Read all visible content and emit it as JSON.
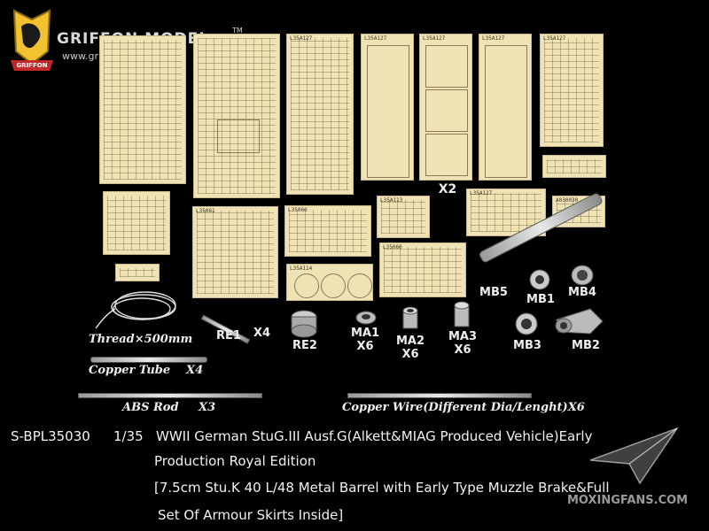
{
  "brand": {
    "name": "GRIFFON MODEL",
    "tm": "TM",
    "url": "www.griffon-model.com",
    "badge": "GRIFFON"
  },
  "sheets": {
    "code_a": "L35A127",
    "code_b": "L35A127",
    "code_c": "L35A127",
    "code_d": "L35A127",
    "code_e": "L35A127",
    "code_f": "L35061",
    "code_g": "L35060",
    "code_h": "L35A113",
    "code_i": "L35A114",
    "code_j": "L35060",
    "code_k": "A030030",
    "code_l": "L35A127",
    "x2_label": "X2"
  },
  "parts": {
    "thread": "Thread×500mm",
    "re1": "RE1",
    "re1_qty": "X4",
    "re2": "RE2",
    "ma1": "MA1",
    "ma1_qty": "X6",
    "ma2": "MA2",
    "ma2_qty": "X6",
    "ma3": "MA3",
    "ma3_qty": "X6",
    "mb1": "MB1",
    "mb2": "MB2",
    "mb3": "MB3",
    "mb4": "MB4",
    "mb5": "MB5",
    "copper_tube": "Copper Tube",
    "copper_tube_qty": "X4",
    "abs_rod": "ABS Rod",
    "abs_rod_qty": "X3",
    "copper_wire": "Copper Wire(Different Dia/Lenght)X6"
  },
  "caption": {
    "code": "S-BPL35030",
    "scale": "1/35",
    "line1": "WWII German StuG.III Ausf.G(Alkett&MIAG Produced Vehicle)Early",
    "line2": "Production  Royal Edition",
    "line3": "[7.5cm Stu.K 40 L/48 Metal Barrel with Early Type Muzzle Brake&Full",
    "line4": "Set Of Armour Skirts Inside]"
  },
  "watermark": "MOXINGFANS.COM",
  "colors": {
    "background": "#000000",
    "photo_etch": "#efe3b6",
    "badge_red": "#c0292b",
    "badge_yellow": "#f2c230"
  }
}
